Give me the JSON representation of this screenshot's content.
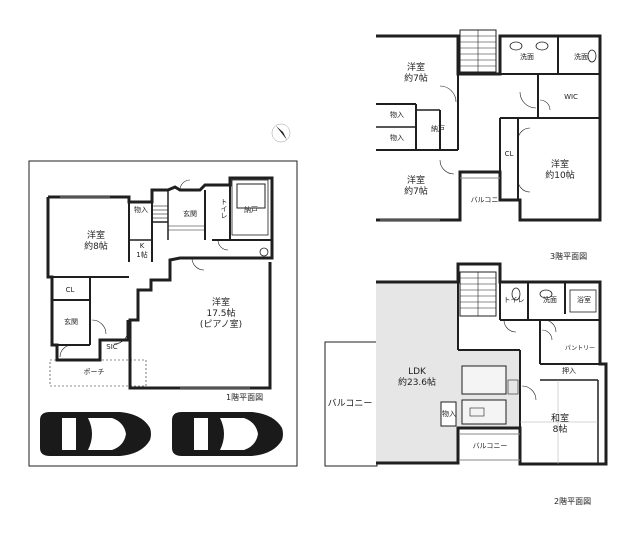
{
  "floor1": {
    "title": "1階平面図",
    "rooms": {
      "western_main": "洋室\n約8帖",
      "closet_a": "物入",
      "entrance_inner": "玄関",
      "toilet": "トイレ",
      "storage": "納戸",
      "kitchenette": "K\n1帖",
      "cl": "CL",
      "entrance": "玄関",
      "sic": "SIC",
      "piano_room": "洋室\n17.5帖\n(ピアノ室)",
      "porch": "ポーチ"
    }
  },
  "floor2": {
    "title": "2階平面図",
    "rooms": {
      "ldk": "LDK\n約23.6帖",
      "balcony_left": "バルコニー",
      "closet": "物入",
      "toilet": "トイレ",
      "washroom": "洗面",
      "bath": "浴室",
      "pantry": "パントリー",
      "oshiire": "押入",
      "japanese_room": "和室\n8帖",
      "balcony_bottom": "バルコニー"
    }
  },
  "floor3": {
    "title": "3階平面図",
    "rooms": {
      "western_top": "洋室\n約7帖",
      "washroom_a": "洗面",
      "washroom_b": "洗面",
      "wic": "WIC",
      "closet_a": "物入",
      "closet_b": "物入",
      "storage": "納戸",
      "cl": "CL",
      "western_bottom": "洋室\n約7帖",
      "western_big": "洋室\n約10帖",
      "balcony": "バルコニー"
    }
  },
  "colors": {
    "wall": "#1f1f1f",
    "ldk_fill": "#e6e6e6",
    "car": "#1a1a1a",
    "balcony_fill": "#ffffff"
  }
}
